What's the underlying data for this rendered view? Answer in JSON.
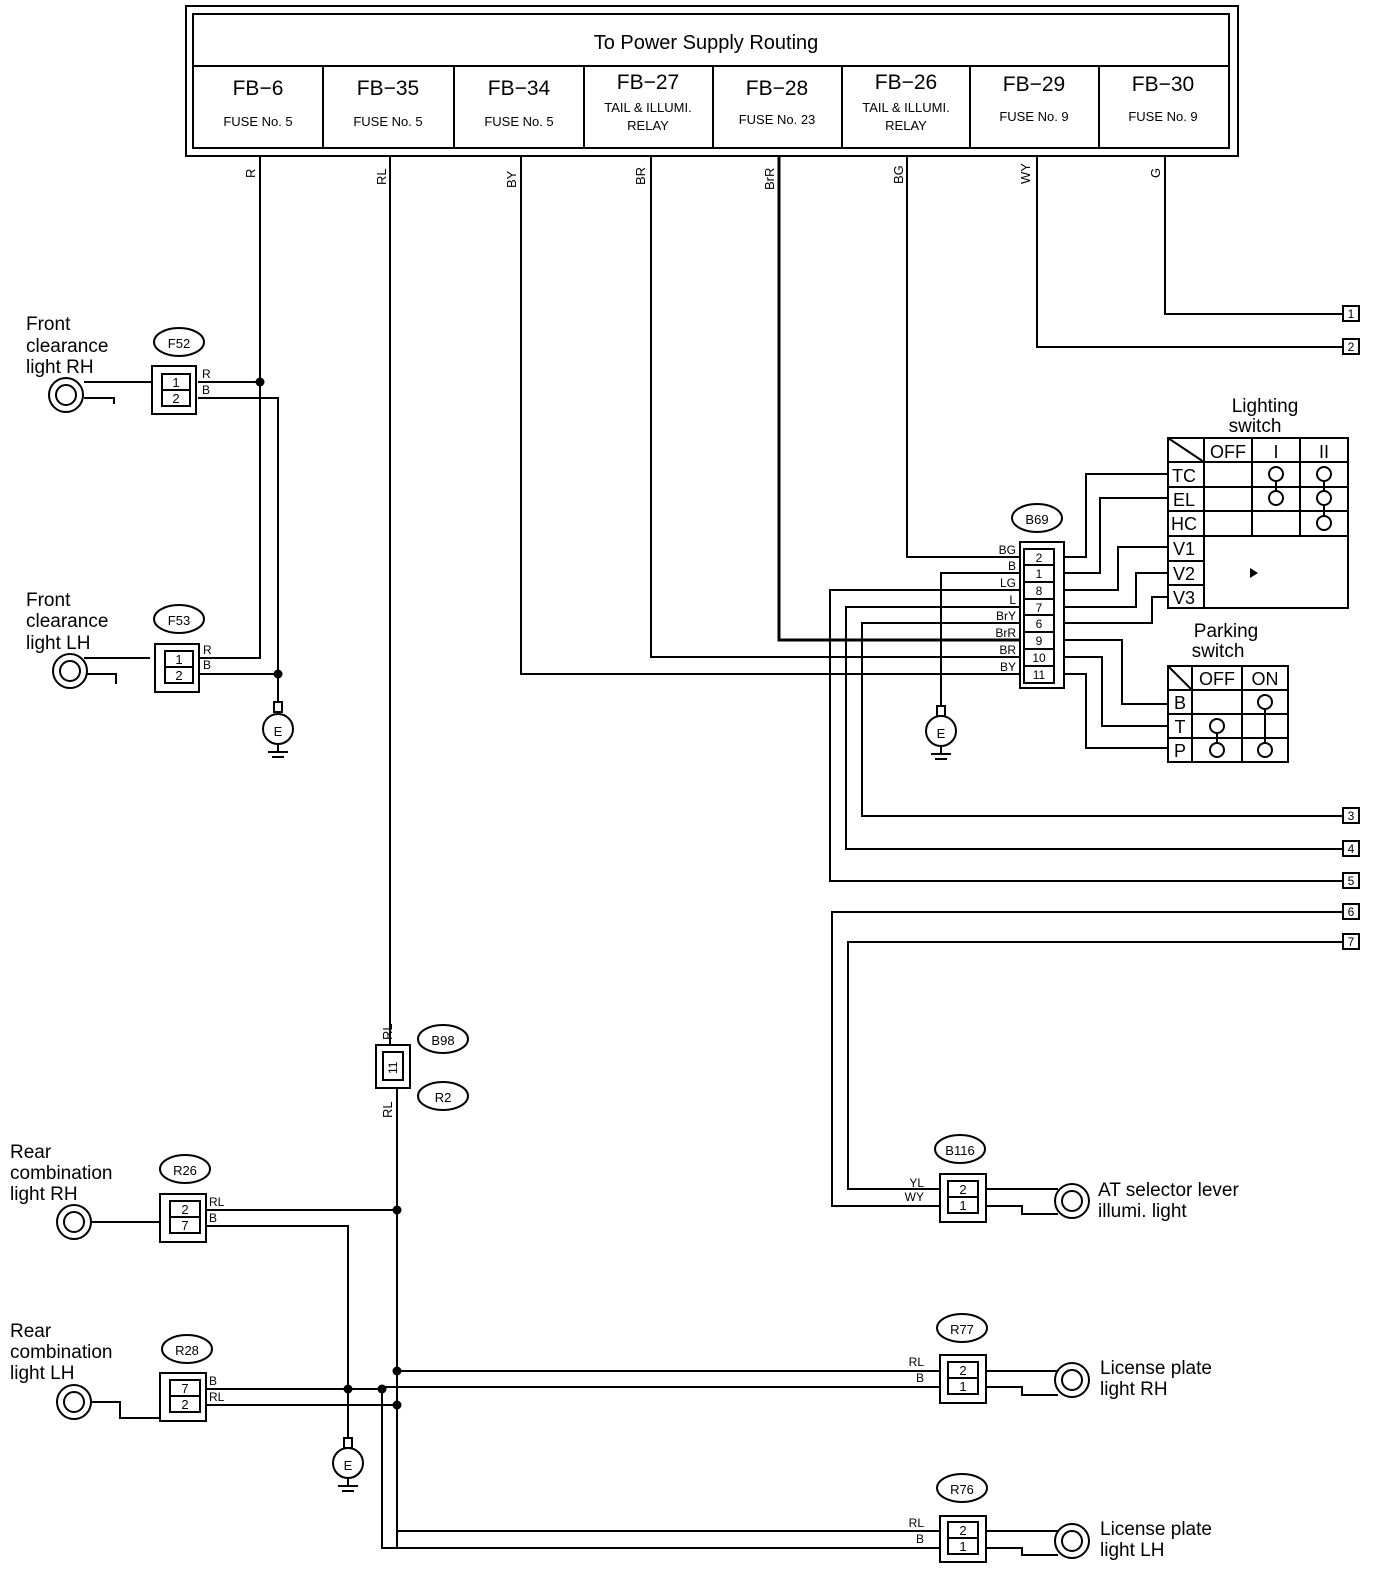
{
  "header": {
    "title": "To Power Supply Routing",
    "fuses": [
      {
        "id": "FB−6",
        "desc": [
          "FUSE No. 5"
        ]
      },
      {
        "id": "FB−35",
        "desc": [
          "FUSE No. 5"
        ]
      },
      {
        "id": "FB−34",
        "desc": [
          "FUSE No. 5"
        ]
      },
      {
        "id": "FB−27",
        "desc": [
          "TAIL & ILLUMI.",
          "RELAY"
        ]
      },
      {
        "id": "FB−28",
        "desc": [
          "FUSE No. 23"
        ]
      },
      {
        "id": "FB−26",
        "desc": [
          "TAIL & ILLUMI.",
          "RELAY"
        ]
      },
      {
        "id": "FB−29",
        "desc": [
          "FUSE No. 9"
        ]
      },
      {
        "id": "FB−30",
        "desc": [
          "FUSE No. 9"
        ]
      }
    ]
  },
  "wire_colors_top": [
    "R",
    "RL",
    "BY",
    "BR",
    "BrR",
    "BG",
    "WY",
    "G"
  ],
  "components": {
    "front_rh": {
      "lines": [
        "Front",
        "clearance",
        "light RH"
      ],
      "connector": "F52",
      "pins": [
        "1",
        "2"
      ],
      "wires": [
        "R",
        "B"
      ]
    },
    "front_lh": {
      "lines": [
        "Front",
        "clearance",
        "light LH"
      ],
      "connector": "F53",
      "pins": [
        "1",
        "2"
      ],
      "wires": [
        "R",
        "B"
      ]
    },
    "rear_rh": {
      "lines": [
        "Rear",
        "combination",
        "light RH"
      ],
      "connector": "R26",
      "pins": [
        "2",
        "7"
      ],
      "wires": [
        "RL",
        "B"
      ]
    },
    "rear_lh": {
      "lines": [
        "Rear",
        "combination",
        "light LH"
      ],
      "connector": "R28",
      "pins": [
        "7",
        "2"
      ],
      "wires": [
        "B",
        "RL"
      ]
    },
    "at_selector": {
      "lines": [
        "AT selector lever",
        "illumi. light"
      ],
      "connector": "B116",
      "pins": [
        "2",
        "1"
      ],
      "wires": [
        "YL",
        "WY"
      ]
    },
    "license_rh": {
      "lines": [
        "License plate",
        "light RH"
      ],
      "connector": "R77",
      "pins": [
        "2",
        "1"
      ],
      "wires": [
        "RL",
        "B"
      ]
    },
    "license_lh": {
      "lines": [
        "License plate",
        "light LH"
      ],
      "connector": "R76",
      "pins": [
        "2",
        "1"
      ],
      "wires": [
        "RL",
        "B"
      ]
    },
    "b98": {
      "connectors": [
        "B98",
        "R2"
      ],
      "pin": "11",
      "wires": [
        "RL",
        "RL"
      ]
    },
    "b69": {
      "connector": "B69",
      "pins": [
        "2",
        "1",
        "8",
        "7",
        "6",
        "9",
        "10",
        "11"
      ],
      "wires": [
        "BG",
        "B",
        "LG",
        "L",
        "BrY",
        "BrR",
        "BR",
        "BY"
      ]
    },
    "ground": "E"
  },
  "lighting_switch": {
    "title": [
      "Lighting",
      "switch"
    ],
    "columns": [
      "OFF",
      "I",
      "II"
    ],
    "rows": [
      "TC",
      "EL",
      "HC",
      "V1",
      "V2",
      "V3"
    ]
  },
  "parking_switch": {
    "title": [
      "Parking",
      "switch"
    ],
    "columns": [
      "OFF",
      "ON"
    ],
    "rows": [
      "B",
      "T",
      "P"
    ]
  },
  "terminals": [
    "1",
    "2",
    "3",
    "4",
    "5",
    "6",
    "7"
  ]
}
